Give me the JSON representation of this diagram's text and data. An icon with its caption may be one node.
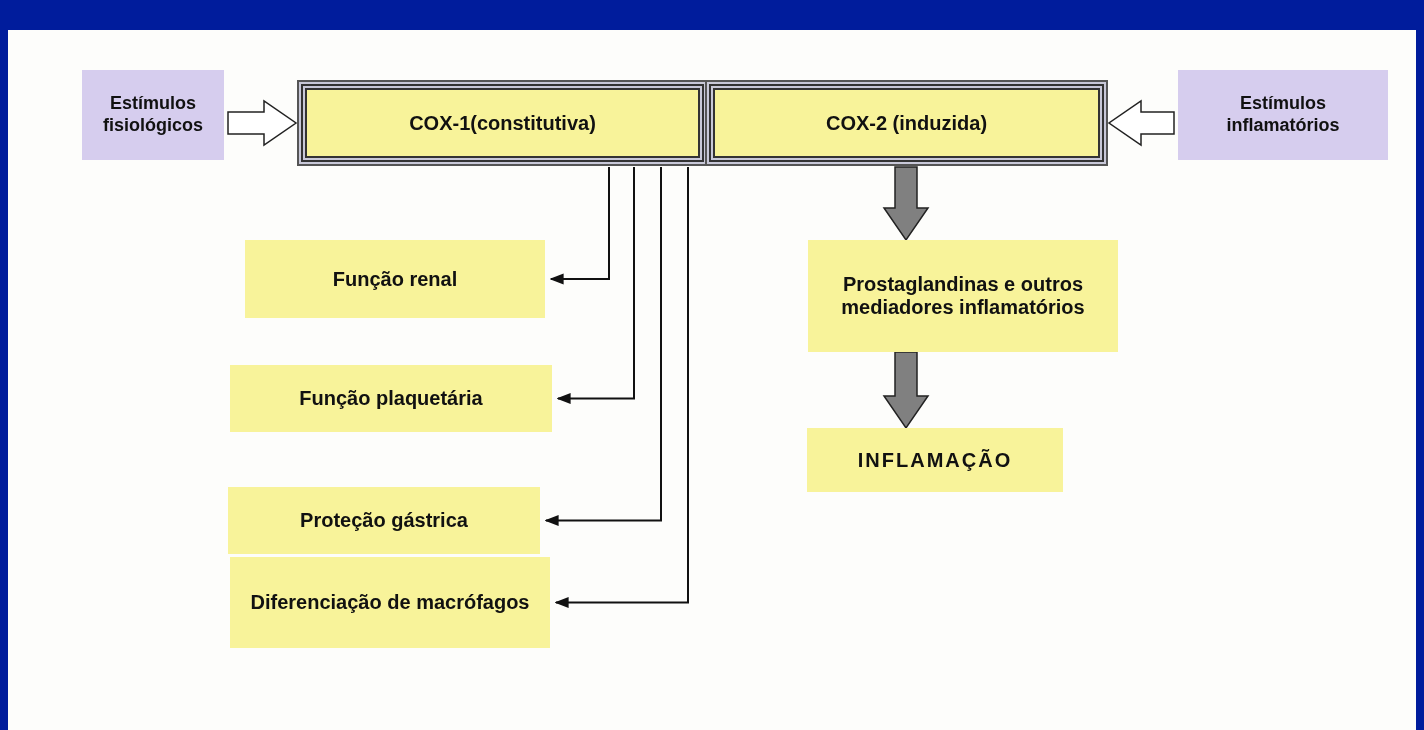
{
  "diagram": {
    "nodes": [
      {
        "text": [
          "Estímulos fisiológicos"
        ]
      },
      {
        "text": [
          "COX-1(constitutiva)"
        ]
      },
      {
        "text": [
          "COX-2 (induzida)"
        ]
      },
      {
        "text": [
          "Estímulos inflamatórios"
        ]
      },
      {
        "text": [
          "Função renal"
        ]
      },
      {
        "text": [
          "Função plaquetária"
        ]
      },
      {
        "text": [
          "Proteção gástrica"
        ]
      },
      {
        "text": [
          "Diferenciação de macrófagos"
        ]
      },
      {
        "text": [
          "Prostaglandinas e outros mediadores inflamatórios"
        ]
      },
      {
        "text": [
          "INFLAMAÇÃO"
        ]
      }
    ],
    "edges": [
      {
        "from": 0,
        "to": 1,
        "arrow": "to",
        "style": "thick"
      },
      {
        "from": 3,
        "to": 2,
        "arrow": "to",
        "style": "thick"
      },
      {
        "from": 1,
        "to": 4,
        "arrow": "to"
      },
      {
        "from": 1,
        "to": 5,
        "arrow": "to"
      },
      {
        "from": 1,
        "to": 6,
        "arrow": "to"
      },
      {
        "from": 1,
        "to": 7,
        "arrow": "to"
      },
      {
        "from": 2,
        "to": 8,
        "arrow": "to",
        "style": "thick",
        "color": "#808080"
      },
      {
        "from": 8,
        "to": 9,
        "arrow": "to",
        "style": "thick",
        "color": "#808080"
      }
    ]
  }
}
